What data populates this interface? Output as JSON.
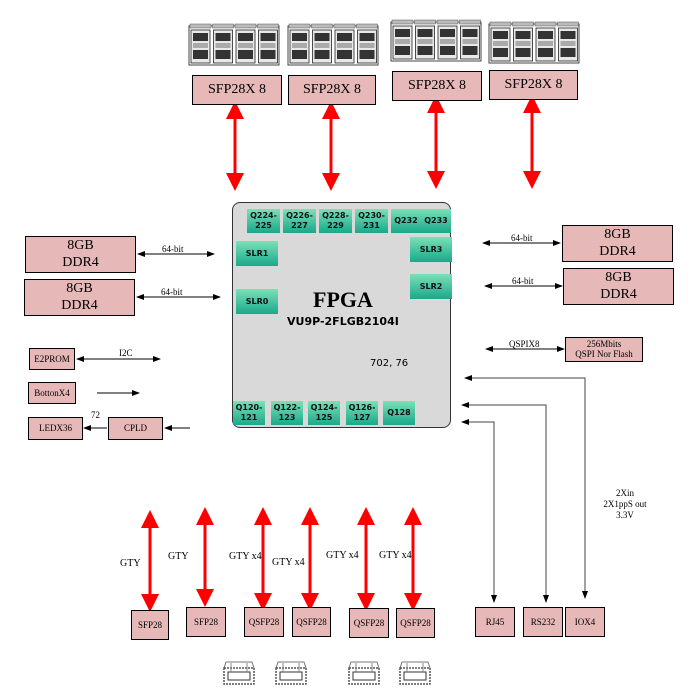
{
  "diagram": {
    "top_ports": [
      {
        "label": "SFP28X 8"
      },
      {
        "label": "SFP28X 8"
      },
      {
        "label": "SFP28X 8"
      },
      {
        "label": "SFP28X 8"
      }
    ],
    "fpga": {
      "title": "FPGA",
      "part": "VU9P-2FLGB2104I",
      "coord_readout": "702, 76",
      "top_quads": [
        "Q224-\n225",
        "Q226-\n227",
        "Q228-\n229",
        "Q230-\n231",
        "Q232",
        "Q233"
      ],
      "bottom_quads": [
        "Q120-\n121",
        "Q122-\n123",
        "Q124-\n125",
        "Q126-\n127",
        "Q128"
      ],
      "slr": [
        "SLR0",
        "SLR1",
        "SLR2",
        "SLR3"
      ]
    },
    "left_memory": [
      {
        "line1": "8GB",
        "line2": "DDR4",
        "bus": "64-bit"
      },
      {
        "line1": "8GB",
        "line2": "DDR4",
        "bus": "64-bit"
      }
    ],
    "right_memory": [
      {
        "line1": "8GB",
        "line2": "DDR4",
        "bus": "64-bit"
      },
      {
        "line1": "8GB",
        "line2": "DDR4",
        "bus": "64-bit"
      }
    ],
    "flash": {
      "line1": "256Mbits",
      "line2": "QSPI Nor Flash",
      "bus": "QSPIX8"
    },
    "left_peripherals": {
      "e2prom": "E2PROM",
      "i2c": "I2C",
      "button": "BottonX4",
      "led": "LEDX36",
      "cpld": "CPLD",
      "led_bus": "72"
    },
    "bottom_ports": [
      {
        "label": "SFP28",
        "link": "GTY"
      },
      {
        "label": "SFP28",
        "link": "GTY"
      },
      {
        "label": "QSFP28",
        "link": "GTY x4"
      },
      {
        "label": "QSFP28",
        "link": "GTY x4"
      },
      {
        "label": "QSFP28",
        "link": "GTY x4"
      },
      {
        "label": "QSFP28",
        "link": "GTY x4"
      }
    ],
    "right_io": [
      {
        "label": "RJ45"
      },
      {
        "label": "RS232"
      },
      {
        "label": "IOX4"
      }
    ],
    "io_note": [
      "2Xin",
      "2X1ppS out",
      "3.3V"
    ],
    "colors": {
      "box_fill": "#e6b8b7",
      "fpga_fill": "#d9d9d9",
      "quad_top": "#7ce0b8",
      "quad_bottom": "#1aa88a",
      "gty_arrow": "#ff0000"
    }
  }
}
